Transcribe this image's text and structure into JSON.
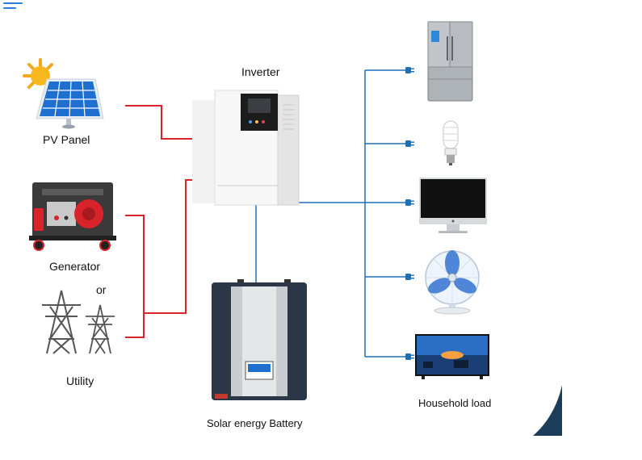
{
  "labels": {
    "pv_panel": "PV Panel",
    "inverter": "Inverter",
    "generator": "Generator",
    "or": "or",
    "utility": "Utility",
    "battery": "Solar energy  Battery",
    "household": "Household load"
  },
  "colors": {
    "ac_in_line": "#d8232a",
    "load_line": "#1f6fb5",
    "menu_icon": "#2a7fd4",
    "corner_shape": "#1c3d5a"
  },
  "icons": [
    "menu-icon",
    "sun-icon",
    "solar-panel-icon",
    "generator-icon",
    "pylon-icon",
    "inverter-icon",
    "battery-icon",
    "plug-icon",
    "fridge-icon",
    "bulb-icon",
    "monitor-icon",
    "fan-icon",
    "tv-icon"
  ]
}
